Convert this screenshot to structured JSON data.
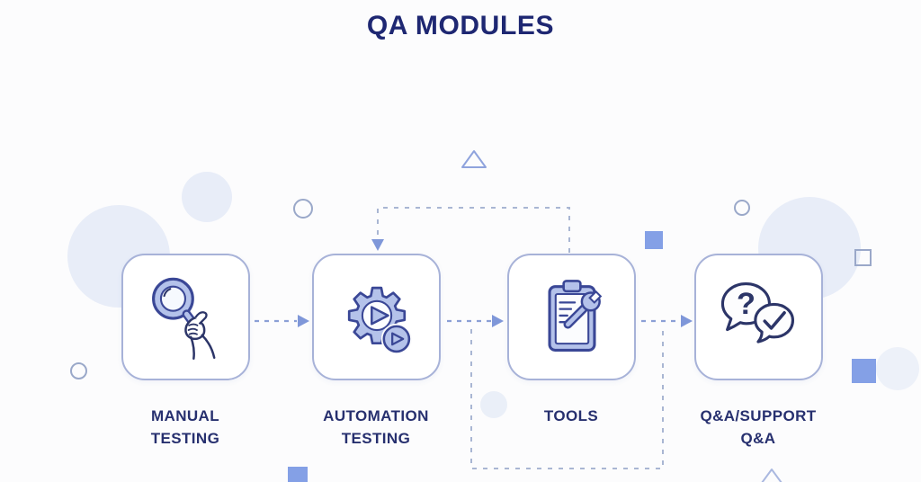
{
  "page": {
    "title": "QA MODULES"
  },
  "modules": [
    {
      "id": "manual-testing",
      "label_lines": [
        "MANUAL",
        "TESTING"
      ],
      "icon": "magnifier-hand-icon"
    },
    {
      "id": "automation-testing",
      "label_lines": [
        "AUTOMATION",
        "TESTING"
      ],
      "icon": "gear-play-icon"
    },
    {
      "id": "tools",
      "label_lines": [
        "TOOLS"
      ],
      "icon": "clipboard-wrench-icon"
    },
    {
      "id": "qa-support",
      "label_lines": [
        "Q&A/SUPPORT",
        "Q&A"
      ],
      "icon": "question-check-bubbles-icon",
      "bubble_glyph": "?"
    }
  ],
  "flow": {
    "arrows": [
      "manual-to-automation",
      "automation-to-tools",
      "tools-to-qa-support"
    ],
    "loops": [
      "top-feedback-loop-into-automation-and-tools",
      "bottom-feedback-loop-between-gaps"
    ]
  },
  "colors": {
    "background": "#fcfcfd",
    "title_text": "#1e2772",
    "label_text": "#27306f",
    "card_border": "#a7b2d8",
    "icon_fill": "#b4c2ea",
    "icon_stroke": "#3a4796",
    "dark_stroke": "#2c3568",
    "arrow_dash": "#8b9fd6",
    "arrowhead": "#7f97d9",
    "loop_dash": "#a9b6d3",
    "deco_square": "#84a0e6",
    "deco_circle": "#e8edf8"
  }
}
